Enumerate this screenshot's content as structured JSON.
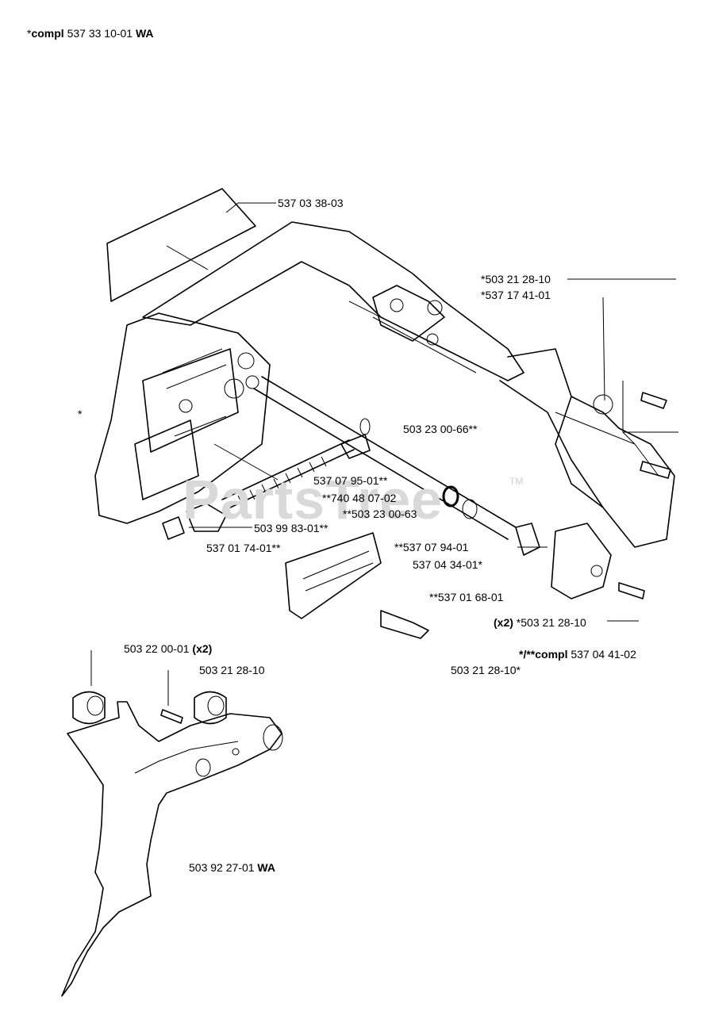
{
  "title": {
    "prefix": "*",
    "bold1": "compl",
    "number": " 537 33 10-01 ",
    "bold2": "WA"
  },
  "watermark": {
    "text": "PartsTree",
    "trademark": "TM"
  },
  "labels": {
    "p1": "537 03 38-03",
    "p2": "*503 21 28-10",
    "p3": "*537 17 41-01",
    "p4": "*",
    "p5": "503 23 00-66**",
    "p6": "537 07 95-01**",
    "p7": "**740 48 07-02",
    "p8": "**503 23 00-63",
    "p9": "503 99 83-01**",
    "p10": "537 01 74-01**",
    "p11": "**537 07 94-01",
    "p12": "537 04 34-01*",
    "p13": "**537 01 68-01",
    "p14_bold": "(x2)",
    "p14": " *503 21 28-10",
    "p15_bold": "*/**compl",
    "p15": " 537 04 41-02",
    "p16": "503 21 28-10*",
    "p17": "503 22 00-01 ",
    "p17_bold": "(x2)",
    "p18": "503 21 28-10",
    "p19": "503 92 27-01 ",
    "p19_bold": "WA"
  }
}
